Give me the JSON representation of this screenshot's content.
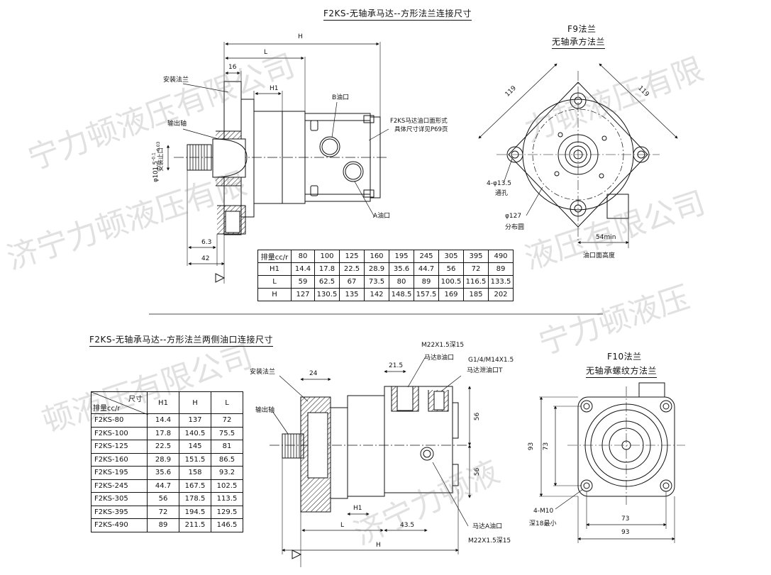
{
  "top": {
    "title": "F2KS-无轴承马达--方形法兰连接尺寸",
    "labels": {
      "install_flange": "安装法兰",
      "output_shaft": "输出轴",
      "pilot_dia": "φ101.5",
      "pilot_tol": "-0.1",
      "pilot_tol2": "-0.03",
      "pilot_name": "安装止口",
      "b_port": "B油口",
      "a_port": "A油口",
      "port_note1": "F2KS马达油口面形式",
      "port_note2": "具体尺寸详见P69页",
      "dim_H": "H",
      "dim_L": "L",
      "dim_16": "16",
      "dim_H1": "H1",
      "dim_63": "6.3",
      "dim_42": "42"
    },
    "table": {
      "header": [
        "排量cc/r",
        "80",
        "100",
        "125",
        "160",
        "195",
        "245",
        "305",
        "395",
        "490"
      ],
      "rows": [
        {
          "name": "H1",
          "values": [
            "14.4",
            "17.8",
            "22.5",
            "28.9",
            "35.6",
            "44.7",
            "56",
            "72",
            "89"
          ]
        },
        {
          "name": "L",
          "values": [
            "59",
            "62.5",
            "67",
            "73.5",
            "80",
            "89",
            "100.5",
            "116.5",
            "133.5"
          ]
        },
        {
          "name": "H",
          "values": [
            "127",
            "130.5",
            "135",
            "142",
            "148.5",
            "157.5",
            "169",
            "185",
            "202"
          ]
        }
      ]
    }
  },
  "f9": {
    "title": "F9法兰",
    "subtitle": "无轴承方法兰",
    "dim_119a": "119",
    "dim_119b": "119",
    "holes": "4-φ13.5",
    "holes_note": "通孔",
    "pcd": "φ127",
    "pcd_note": "分布圆",
    "height": "54min",
    "height_note": "油口面高度"
  },
  "bottom": {
    "title": "F2KS-无轴承马达--方形法兰两侧油口连接尺寸",
    "labels": {
      "install_flange": "安装法兰",
      "output_shaft": "输出轴",
      "dim_24": "24",
      "dim_215": "21.5",
      "b_thread": "M22X1.5深15",
      "b_port": "马达B油口",
      "drain_thread": "G1/4/M14X1.5",
      "drain_port": "马达泄油口T",
      "a_port": "马达A油口",
      "a_thread": "M22X1.5深15",
      "dim_56a": "56",
      "dim_56b": "56",
      "dim_H1": "H1",
      "dim_L": "L",
      "dim_435": "43.5",
      "dim_H": "H"
    },
    "table": {
      "header_size": "尺寸",
      "header_disp": "排量cc/r",
      "columns": [
        "H1",
        "H",
        "L"
      ],
      "rows": [
        {
          "name": "F2KS-80",
          "values": [
            "14.4",
            "137",
            "72"
          ]
        },
        {
          "name": "F2KS-100",
          "values": [
            "17.8",
            "140.5",
            "75.5"
          ]
        },
        {
          "name": "F2KS-125",
          "values": [
            "22.5",
            "145",
            "81"
          ]
        },
        {
          "name": "F2KS-160",
          "values": [
            "28.9",
            "151.5",
            "86.5"
          ]
        },
        {
          "name": "F2KS-195",
          "values": [
            "35.6",
            "158",
            "93.2"
          ]
        },
        {
          "name": "F2KS-245",
          "values": [
            "44.7",
            "167.5",
            "102.5"
          ]
        },
        {
          "name": "F2KS-305",
          "values": [
            "56",
            "178.5",
            "113.5"
          ]
        },
        {
          "name": "F2KS-395",
          "values": [
            "72",
            "194.5",
            "129.5"
          ]
        },
        {
          "name": "F2KS-490",
          "values": [
            "89",
            "211.5",
            "146.5"
          ]
        }
      ]
    }
  },
  "f10": {
    "title": "F10法兰",
    "subtitle": "无轴承螺纹方法兰",
    "dim_93v": "93",
    "dim_73v": "73",
    "dim_73h": "73",
    "dim_93h": "93",
    "holes": "4-M10",
    "holes_note": "深18最小"
  },
  "watermark": [
    "宁力顿液压有限公司",
    "济宁力顿液压有限",
    "顿液压有限公司",
    "济宁力顿液",
    "力顿液压有限",
    "液压有限公司",
    "宁力顿液压"
  ]
}
